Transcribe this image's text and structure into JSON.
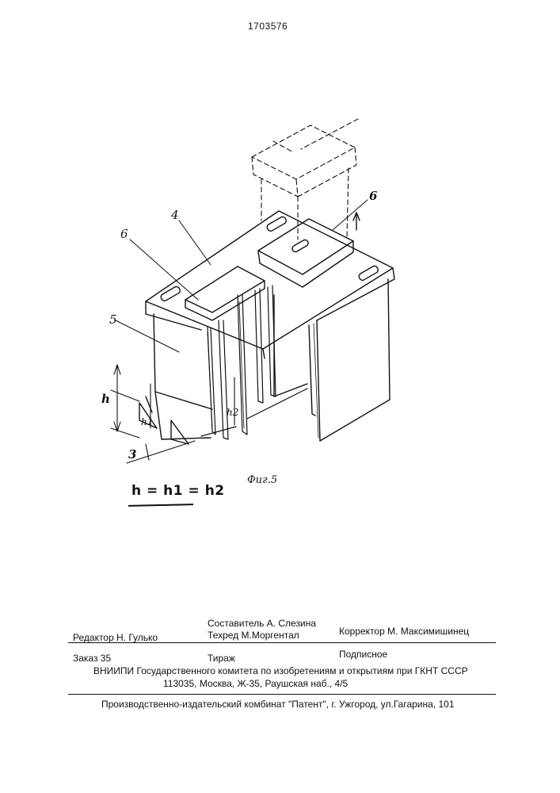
{
  "document": {
    "patent_number": "1703576",
    "figure_caption": "Фиг.5",
    "formula": "h = h1 = h2",
    "labels": {
      "cover": "4",
      "lid_left": "6",
      "lid_right": "6",
      "wall": "5",
      "h": "h",
      "h1": "h1",
      "h2": "h2",
      "base": "3"
    }
  },
  "colophon": {
    "compiler": "Составитель  А. Слезина",
    "editor": "Редактор Н. Гулько",
    "techred": "Техред М.Моргентал",
    "corrector": "Корректор  М. Максимишинец",
    "order": "Заказ  35",
    "circulation": "Тираж",
    "subscription": "Подписное",
    "institute": "ВНИИПИ Государственного комитета по изобретениям и открытиям при ГКНТ СССР",
    "address": "113035, Москва, Ж-35, Раушская наб., 4/5",
    "publisher": "Производственно-издательский комбинат \"Патент\", г. Ужгород, ул.Гагарина, 101"
  }
}
